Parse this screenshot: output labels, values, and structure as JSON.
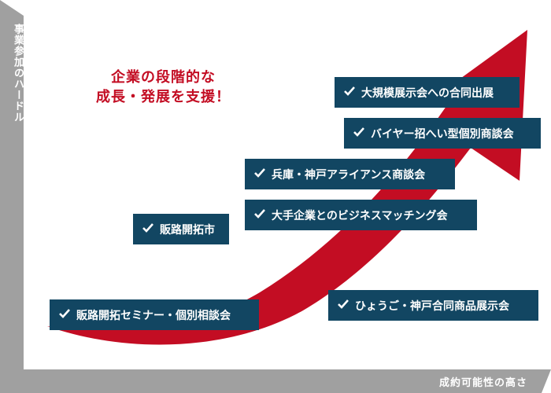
{
  "axes": {
    "y_label": "事業参加のハードル",
    "x_label": "成約可能性の高さ"
  },
  "headline": {
    "line1": "企業の段階的な",
    "line2": "成長・発展を支援！"
  },
  "items": [
    {
      "label": "大規模展示会への合同出展",
      "icon": "check-icon"
    },
    {
      "label": "バイヤー招へい型個別商談会",
      "icon": "check-icon"
    },
    {
      "label": "兵庫・神戸アライアンス商談会",
      "icon": "check-icon"
    },
    {
      "label": "大手企業とのビジネスマッチング会",
      "icon": "check-icon"
    },
    {
      "label": "販路開拓市",
      "icon": "check-icon"
    },
    {
      "label": "販路開拓セミナー・個別相談会",
      "icon": "check-icon"
    },
    {
      "label": "ひょうご・神戸合同商品展示会",
      "icon": "check-icon"
    }
  ],
  "colors": {
    "accent": "#c30d23",
    "box": "#124662",
    "axis": "#a0a0a0"
  }
}
